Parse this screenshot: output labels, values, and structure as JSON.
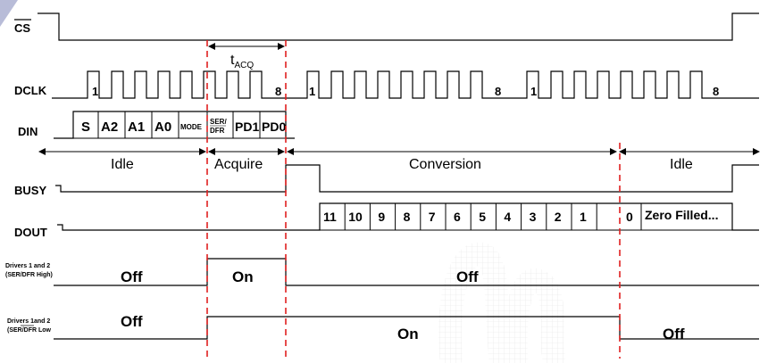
{
  "signals": {
    "cs": "CS",
    "dclk": "DCLK",
    "din": "DIN",
    "busy": "BUSY",
    "dout": "DOUT",
    "drivers_high_1": "Drivers 1 and 2",
    "drivers_high_2": "(SER/DFR High)",
    "drivers_low_1": "Drivers 1and 2",
    "drivers_low_2": "(SER/DFR Low"
  },
  "timing": {
    "tacq_main": "t",
    "tacq_sub": "ACQ"
  },
  "clock_labels": [
    "1",
    "8",
    "1",
    "8",
    "1",
    "8"
  ],
  "din_bits": [
    "S",
    "A2",
    "A1",
    "A0",
    "MODE",
    "SER/",
    "DFR",
    "PD1",
    "PD0"
  ],
  "phases": [
    "Idle",
    "Acquire",
    "Conversion",
    "Idle"
  ],
  "dout_bits": [
    "11",
    "10",
    "9",
    "8",
    "7",
    "6",
    "5",
    "4",
    "3",
    "2",
    "1",
    "0"
  ],
  "dout_tail": "Zero Filled...",
  "driver_states_high": [
    "Off",
    "On",
    "Off"
  ],
  "driver_states_low": [
    "Off",
    "On",
    "Off"
  ],
  "colors": {
    "marker": "#e02020",
    "wave": "#000000",
    "watermark": "#c8c8c8"
  }
}
